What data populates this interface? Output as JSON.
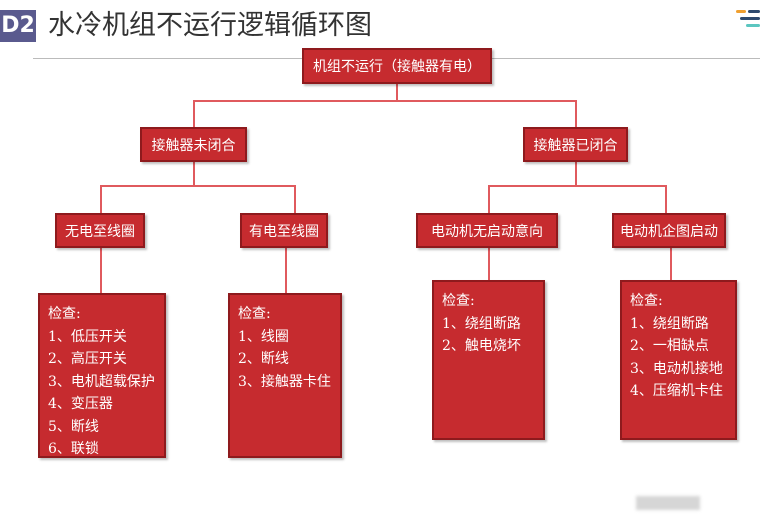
{
  "header": {
    "badge": "D2",
    "title": "水冷机组不运行逻辑循环图"
  },
  "diagram": {
    "root": "机组不运行（接触器有电）",
    "level2": [
      "接触器未闭合",
      "接触器已闭合"
    ],
    "level3": [
      "无电至线圈",
      "有电至线圈",
      "电动机无启动意向",
      "电动机企图启动"
    ],
    "details": [
      {
        "heading": "检查:",
        "items": [
          "1、低压开关",
          "2、高压开关",
          "3、电机超载保护",
          "4、变压器",
          "5、断线",
          "6、联锁"
        ]
      },
      {
        "heading": "检查:",
        "items": [
          "1、线圈",
          "2、断线",
          "3、接触器卡住"
        ]
      },
      {
        "heading": "检查:",
        "items": [
          "1、绕组断路",
          "2、触电烧坏"
        ]
      },
      {
        "heading": "检查:",
        "items": [
          "1、绕组断路",
          "2、一相缺点",
          "3、电动机接地",
          "4、压缩机卡住"
        ]
      }
    ]
  },
  "colors": {
    "box": "#c62b2f",
    "line": "#e05a5e"
  }
}
